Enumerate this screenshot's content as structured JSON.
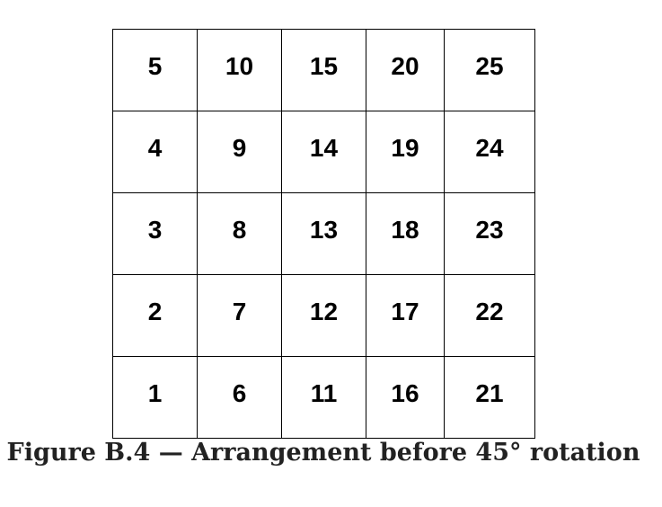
{
  "grid": {
    "rows": [
      [
        "5",
        "10",
        "15",
        "20",
        "25"
      ],
      [
        "4",
        "9",
        "14",
        "19",
        "24"
      ],
      [
        "3",
        "8",
        "13",
        "18",
        "23"
      ],
      [
        "2",
        "7",
        "12",
        "17",
        "22"
      ],
      [
        "1",
        "6",
        "11",
        "16",
        "21"
      ]
    ]
  },
  "caption": "Figure B.4 — Arrangement before 45° rotation",
  "colors": {
    "border": "#000000",
    "text": "#000000",
    "background": "#ffffff"
  }
}
